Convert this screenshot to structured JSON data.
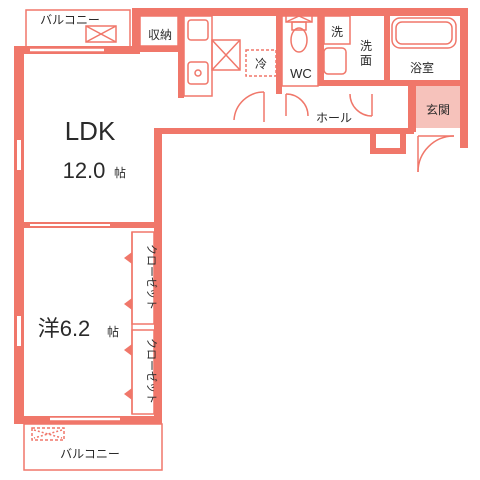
{
  "rooms": {
    "balcony_top": "バルコニー",
    "storage": "収納",
    "fridge": "冷",
    "wc": "WC",
    "washer": "洗",
    "washroom": "洗面",
    "bathroom": "浴室",
    "entrance": "玄関",
    "hall": "ホール",
    "ldk": "LDK",
    "ldk_size": "12.0",
    "ldk_unit": "帖",
    "western": "洋6.2",
    "western_unit": "帖",
    "closet_1": "クローゼット",
    "closet_2": "クローゼット",
    "balcony_bottom": "バルコニー"
  },
  "colors": {
    "wall": "#f0776a",
    "entrance_floor": "#f6c2bb",
    "text": "#2a2a2a"
  }
}
